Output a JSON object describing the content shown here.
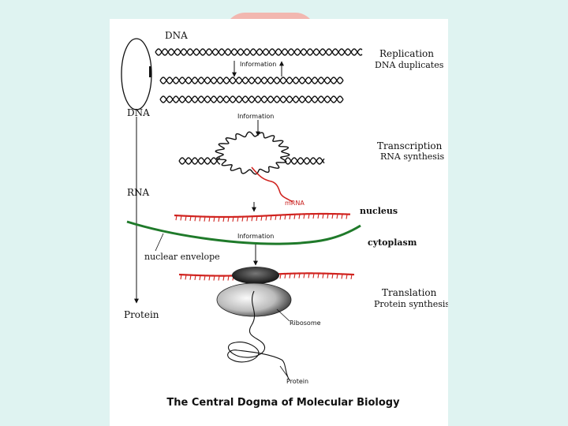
{
  "labels": {
    "dna_top": "DNA",
    "dna_left": "DNA",
    "rna_left": "RNA",
    "protein_left": "Protein",
    "information_1": "Information",
    "information_2": "Information",
    "information_3": "Information",
    "replication": "Replication",
    "replication_sub": "DNA duplicates",
    "transcription": "Transcription",
    "transcription_sub": "RNA synthesis",
    "mrna": "mRNA",
    "nucleus": "nucleus",
    "cytoplasm": "cytoplasm",
    "nuclear_envelope": "nuclear envelope",
    "translation": "Translation",
    "translation_sub": "Protein synthesis",
    "ribosome": "Ribosome",
    "protein": "Protein"
  },
  "caption": "The Central Dogma of Molecular Biology",
  "colors": {
    "background": "#dff3f1",
    "panel": "#ffffff",
    "strand": "#111111",
    "rna": "#d0231f",
    "envelope": "#1f7a2a",
    "blob": "#f2b7b0"
  }
}
